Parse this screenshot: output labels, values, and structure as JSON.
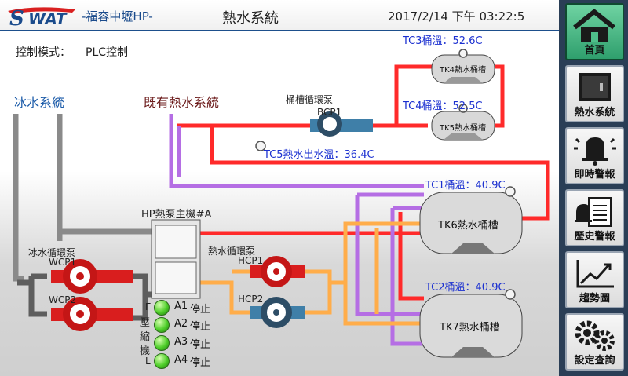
{
  "header": {
    "logo_text": "WAT",
    "site_name": "-福容中壢HP-",
    "page_title": "熱水系統",
    "datetime": "2017/2/14 下午 03:22:5"
  },
  "control_mode": {
    "label": "控制模式：",
    "value": "PLC控制"
  },
  "sections": {
    "ice_water": "冰水系統",
    "existing_hot_water": "既有熱水系統"
  },
  "pumps": {
    "tank_circ_label": "桶槽循環泵",
    "bcp1": "BCP1",
    "ice_circ_label": "冰水循環泵",
    "wcp1": "WCP1",
    "wcp2": "WCP2",
    "hot_circ_label": "熱水循環泵",
    "hcp1": "HCP1",
    "hcp2": "HCP2"
  },
  "heat_pump": {
    "label": "HP熱泵主機#A"
  },
  "compressors": {
    "side_label": [
      "壓",
      "縮",
      "機"
    ],
    "bracket_top": "Γ",
    "bracket_bottom": "L",
    "items": [
      {
        "name": "A1",
        "status": "停止"
      },
      {
        "name": "A2",
        "status": "停止"
      },
      {
        "name": "A3",
        "status": "停止"
      },
      {
        "name": "A4",
        "status": "停止"
      }
    ]
  },
  "temperatures": {
    "tc1": "TC1桶溫：40.9C",
    "tc2": "TC2桶溫：40.9C",
    "tc3": "TC3桶溫：52.6C",
    "tc4": "TC4桶溫：52.5C",
    "tc5": "TC5熱水出水溫：36.4C"
  },
  "tanks": {
    "tk4": "TK4熱水桶槽",
    "tk5": "TK5熱水桶槽",
    "tk6": "TK6熱水桶槽",
    "tk7": "TK7熱水桶槽"
  },
  "nav": [
    {
      "label": "首頁",
      "icon": "home-icon",
      "active": true
    },
    {
      "label": "熱水系統",
      "icon": "safe-box-icon",
      "active": false
    },
    {
      "label": "即時警報",
      "icon": "bell-icon",
      "active": false
    },
    {
      "label": "歷史警報",
      "icon": "alarm-log-icon",
      "active": false
    },
    {
      "label": "趨勢圖",
      "icon": "trend-chart-icon",
      "active": false
    },
    {
      "label": "設定查詢",
      "icon": "gears-icon",
      "active": false
    }
  ],
  "colors": {
    "hot_pipe": "#ff2a2a",
    "purple_pipe": "#b06ae0",
    "orange_pipe": "#ffad4a",
    "gray_pipe": "#777777",
    "label_blue": "#1a2fd0",
    "nav_active": "#3aae78",
    "sidebar": "#2a3e56"
  }
}
